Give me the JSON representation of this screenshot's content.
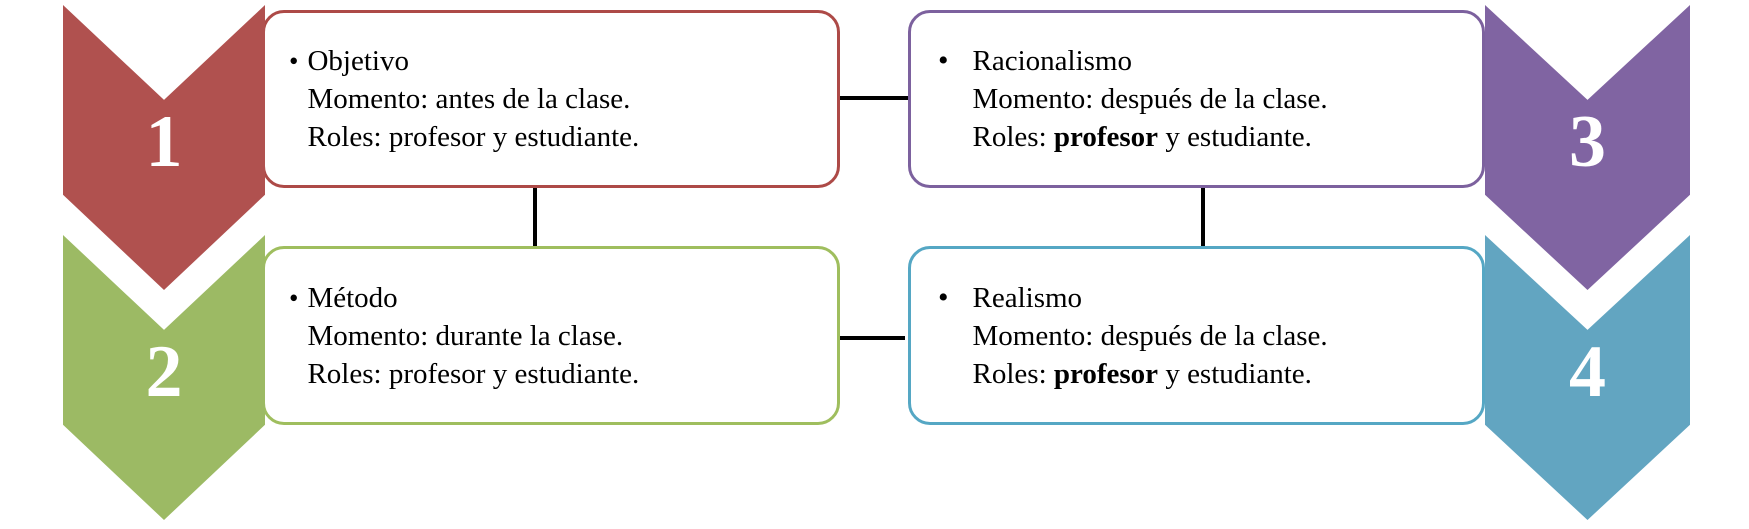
{
  "bullet_glyph": "•",
  "connector_color": "#000000",
  "steps": [
    {
      "number": "1",
      "arrow_color": "#b0514f",
      "card_border_color": "#ad4a47",
      "title": "Objetivo",
      "momento": "Momento: antes de la clase.",
      "roles_prefix": "Roles: ",
      "roles_actor": "profesor",
      "roles_actor_weight": "normal",
      "roles_suffix": " y estudiante."
    },
    {
      "number": "2",
      "arrow_color": "#9cba64",
      "card_border_color": "#9fbe5e",
      "title": "Método",
      "momento": "Momento: durante la clase.",
      "roles_prefix": "Roles: ",
      "roles_actor": "profesor",
      "roles_actor_weight": "normal",
      "roles_suffix": " y estudiante."
    },
    {
      "number": "3",
      "arrow_color": "#8064a2",
      "card_border_color": "#7c619e",
      "title": "Racionalismo",
      "momento": "Momento: después de la clase.",
      "roles_prefix": "Roles: ",
      "roles_actor": "profesor",
      "roles_actor_weight": "bold",
      "roles_suffix": " y estudiante."
    },
    {
      "number": "4",
      "arrow_color": "#62a5c1",
      "card_border_color": "#55a7c4",
      "title": "Realismo",
      "momento": "Momento: después de la clase.",
      "roles_prefix": "Roles: ",
      "roles_actor": "profesor",
      "roles_actor_weight": "bold",
      "roles_suffix": " y estudiante."
    }
  ],
  "connectors": [
    {
      "from": "1",
      "to": "3",
      "orientation": "horizontal"
    },
    {
      "from": "1",
      "to": "2",
      "orientation": "vertical"
    },
    {
      "from": "2",
      "to": "4",
      "orientation": "horizontal"
    },
    {
      "from": "3",
      "to": "4",
      "orientation": "vertical"
    }
  ]
}
